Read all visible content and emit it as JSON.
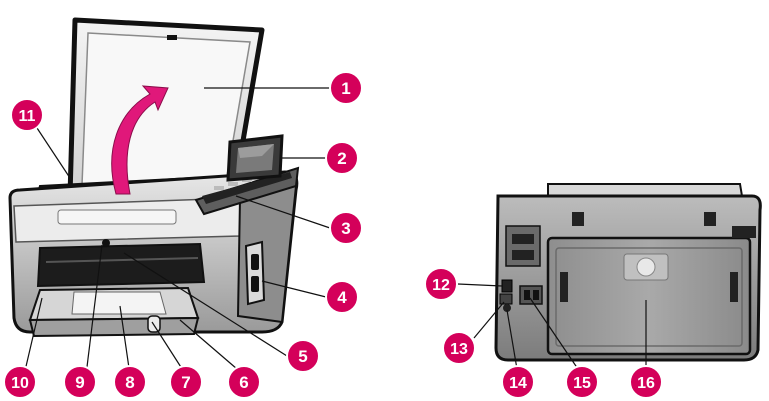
{
  "callouts": [
    {
      "id": "1",
      "label": "1"
    },
    {
      "id": "2",
      "label": "2"
    },
    {
      "id": "3",
      "label": "3"
    },
    {
      "id": "4",
      "label": "4"
    },
    {
      "id": "5",
      "label": "5"
    },
    {
      "id": "6",
      "label": "6"
    },
    {
      "id": "7",
      "label": "7"
    },
    {
      "id": "8",
      "label": "8"
    },
    {
      "id": "9",
      "label": "9"
    },
    {
      "id": "10",
      "label": "10"
    },
    {
      "id": "11",
      "label": "11"
    },
    {
      "id": "12",
      "label": "12"
    },
    {
      "id": "13",
      "label": "13"
    },
    {
      "id": "14",
      "label": "14"
    },
    {
      "id": "15",
      "label": "15"
    },
    {
      "id": "16",
      "label": "16"
    }
  ],
  "colors": {
    "callout": "#d4005a",
    "arrow": "#e0187a",
    "body_light": "#dcdcdc",
    "body_mid": "#b5b5b5",
    "body_dark": "#6f6f6f",
    "black": "#111111"
  },
  "icons": {
    "logo": "hp-logo-icon"
  }
}
